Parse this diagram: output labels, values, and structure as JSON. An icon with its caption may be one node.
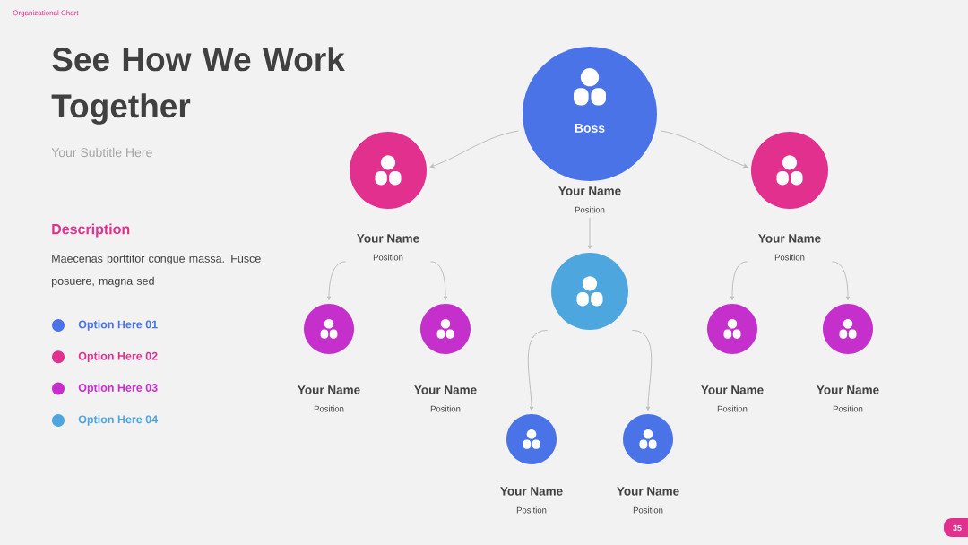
{
  "diagram": {
    "title": "See How We Work Together",
    "nodes": [
      {
        "text": [
          "Boss"
        ],
        "beside": [
          "Your Name",
          "Position"
        ]
      },
      {
        "text": [],
        "shape": "circle",
        "beside": [
          "Your Name",
          "Position"
        ]
      },
      {
        "text": [],
        "shape": "circle",
        "beside": [
          "Your Name",
          "Position"
        ]
      },
      {
        "text": [],
        "shape": "circle"
      },
      {
        "text": [],
        "shape": "circle",
        "beside": [
          "Your Name",
          "Position"
        ]
      },
      {
        "text": [],
        "shape": "circle",
        "beside": [
          "Your Name",
          "Position"
        ]
      },
      {
        "text": [],
        "shape": "circle",
        "beside": [
          "Your Name",
          "Position"
        ]
      },
      {
        "text": [],
        "shape": "circle",
        "beside": [
          "Your Name",
          "Position"
        ]
      },
      {
        "text": [],
        "shape": "circle",
        "beside": [
          "Your Name",
          "Position"
        ]
      },
      {
        "text": [],
        "shape": "circle",
        "beside": [
          "Your Name",
          "Position"
        ]
      }
    ],
    "edges": [
      {
        "from": 0,
        "to": 1,
        "arrow": "to"
      },
      {
        "from": 0,
        "to": 2,
        "arrow": "to"
      },
      {
        "from": 0,
        "to": 3,
        "arrow": "to"
      },
      {
        "from": 1,
        "to": 4,
        "arrow": "to"
      },
      {
        "from": 1,
        "to": 5,
        "arrow": "to"
      },
      {
        "from": 2,
        "to": 6,
        "arrow": "to"
      },
      {
        "from": 2,
        "to": 7,
        "arrow": "to"
      },
      {
        "from": 3,
        "to": 8,
        "arrow": "to"
      },
      {
        "from": 3,
        "to": 9,
        "arrow": "to"
      }
    ],
    "labels": [
      "Organizational Chart",
      "Your Subtitle Here",
      "Description",
      "Maecenas porttitor congue massa. Fusce posuere, magna sed",
      "35"
    ],
    "legend": [
      {
        "text": "Option Here 01",
        "color": "#4a73e8"
      },
      {
        "text": "Option Here 02",
        "color": "#e2308e"
      },
      {
        "text": "Option Here 03",
        "color": "#c52fcb"
      },
      {
        "text": "Option Here 04",
        "color": "#4ea6de"
      }
    ]
  }
}
